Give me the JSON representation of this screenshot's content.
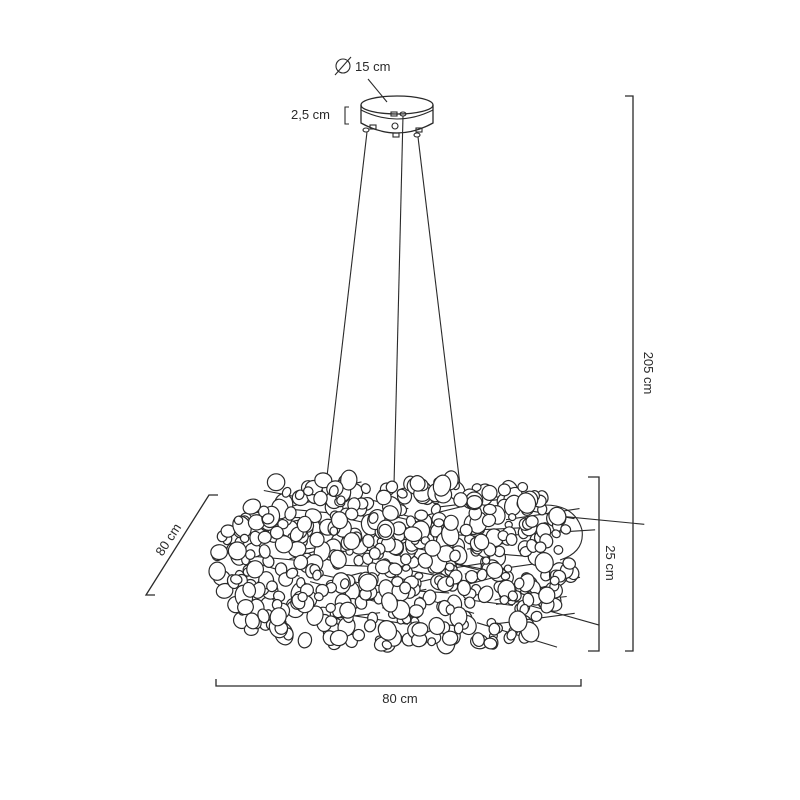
{
  "diagram": {
    "subject": "pendant lamp dimension drawing",
    "line_color": "#2a2a2a",
    "background": "#ffffff"
  },
  "dimensions": {
    "canopy_diameter": "15 cm",
    "canopy_height": "2,5 cm",
    "total_height": "205 cm",
    "shade_height": "25 cm",
    "shade_width": "80 cm",
    "shade_depth": "80 cm"
  },
  "symbols": {
    "diameter_icon": "Ø"
  }
}
